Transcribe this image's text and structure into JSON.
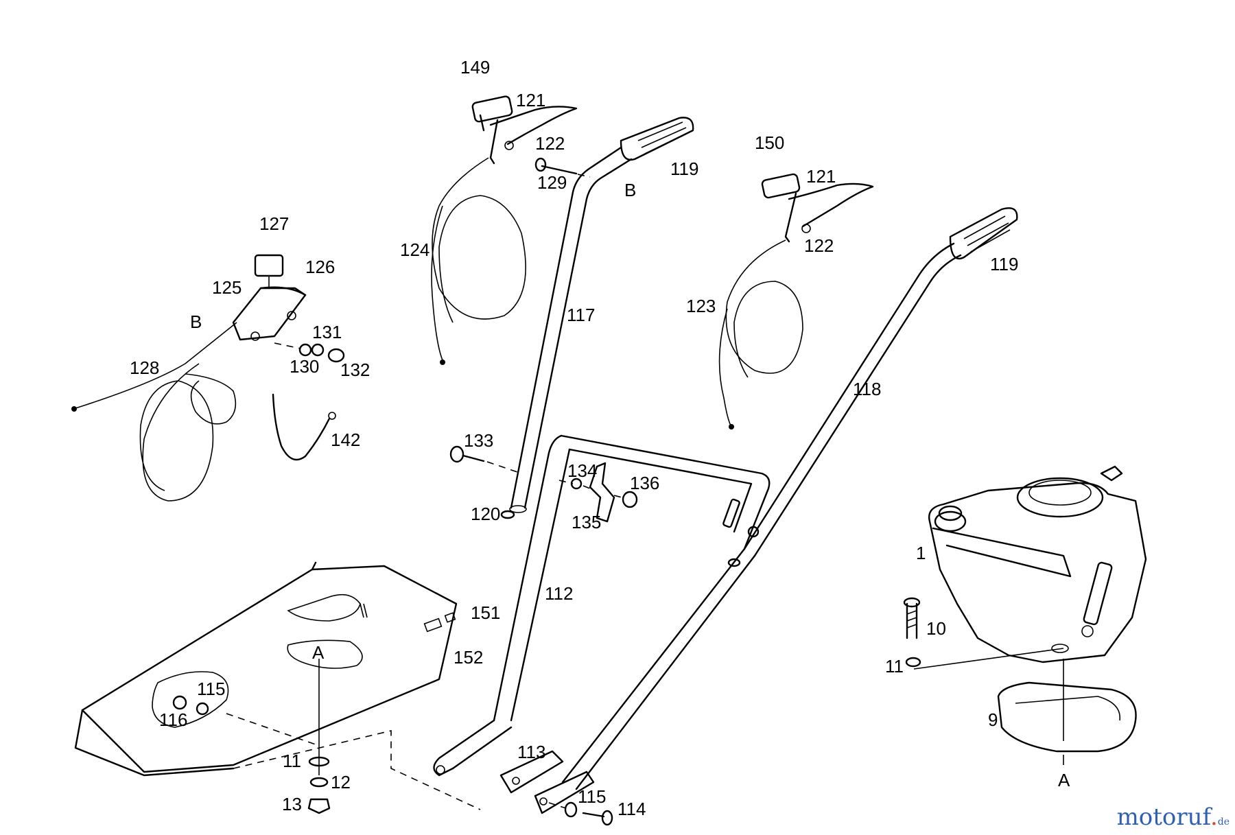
{
  "watermark": {
    "brand_main": "motoruf",
    "brand_dot": ".",
    "brand_tld": "de"
  },
  "labels": {
    "l149": "149",
    "l121a": "121",
    "l122a": "122",
    "l129": "129",
    "l119a": "119",
    "lBa": "B",
    "l124": "124",
    "l117": "117",
    "l150": "150",
    "l121b": "121",
    "l122b": "122",
    "l119b": "119",
    "l123": "123",
    "l127": "127",
    "l126": "126",
    "l125": "125",
    "lBb": "B",
    "l131": "131",
    "l130": "130",
    "l132": "132",
    "l128": "128",
    "l142": "142",
    "l118": "118",
    "l133": "133",
    "l134": "134",
    "l136": "136",
    "l120": "120",
    "l135": "135",
    "l112": "112",
    "l151": "151",
    "l152": "152",
    "lA1": "A",
    "l115a": "115",
    "l116": "116",
    "l11a": "11",
    "l12": "12",
    "l13": "13",
    "l113": "113",
    "l115b": "115",
    "l114": "114",
    "l1": "1",
    "l10": "10",
    "l11b": "11",
    "l9": "9",
    "lA2": "A"
  }
}
